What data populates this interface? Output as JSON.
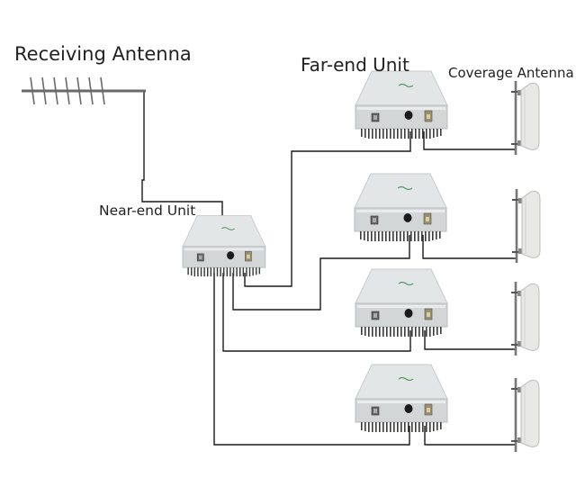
{
  "labels": {
    "receiving_antenna": "Receiving Antenna",
    "far_end_unit": "Far-end Unit",
    "coverage_antenna": "Coverage Antenna",
    "near_end_unit": "Near-end Unit"
  },
  "colors": {
    "cable": "#1a1a1a",
    "unit_top": "#e3e6e6",
    "unit_front": "#d2d6d6",
    "fins": "#3a3a3a",
    "antenna_mast": "#777777",
    "antenna_panel": "#e8e8e6",
    "text": "#222222"
  },
  "diagram": {
    "near_end_unit_count": 1,
    "far_end_unit_count": 4,
    "coverage_antenna_count": 4
  }
}
